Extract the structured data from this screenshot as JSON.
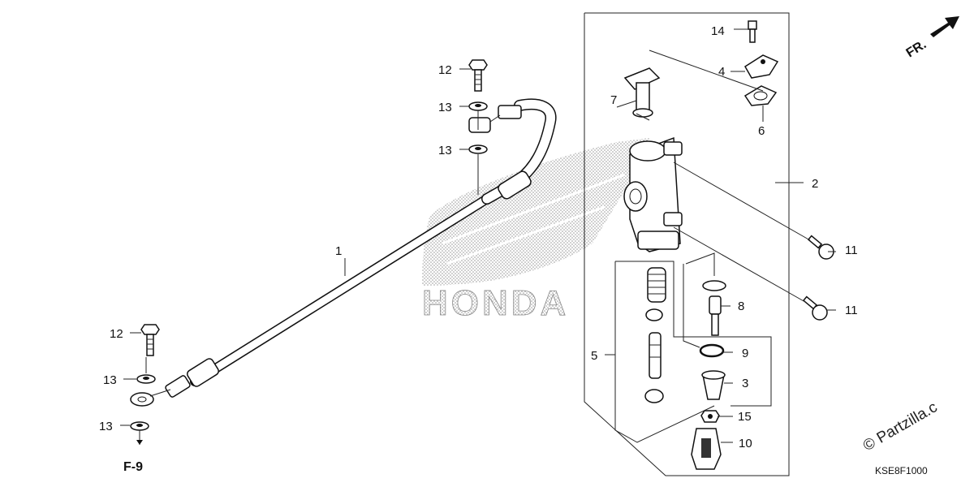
{
  "diagram": {
    "watermark_logo_text": "HONDA",
    "direction_label": "FR.",
    "ref_label": "F-9",
    "diagram_code": "KSE8F1000",
    "copyright": "© Partzilla.c",
    "callouts": {
      "c1": "1",
      "c2": "2",
      "c3": "3",
      "c4": "4",
      "c5": "5",
      "c6": "6",
      "c7": "7",
      "c8": "8",
      "c9": "9",
      "c10": "10",
      "c11a": "11",
      "c11b": "11",
      "c12a": "12",
      "c12b": "12",
      "c13a": "13",
      "c13b": "13",
      "c13c": "13",
      "c13d": "13",
      "c14": "14",
      "c15": "15"
    }
  }
}
